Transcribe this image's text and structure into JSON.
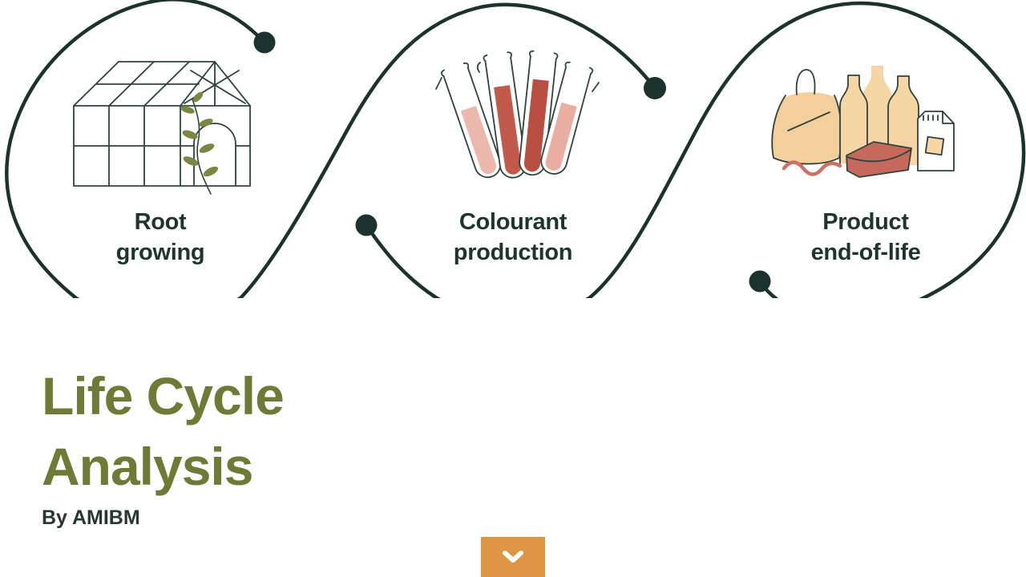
{
  "theme": {
    "bg": "#ffffff",
    "ink": "#1b332c",
    "ink_soft": "#2e433b",
    "label": "#1d352d",
    "title": "#6e7b36",
    "byline": "#26382f",
    "button_bg": "#de9544",
    "button_icon": "#ffffff",
    "leaf": "#7c8643",
    "tan": "#f6d6a4",
    "tan_deep": "#f3cf9b",
    "pink_light": "#ecb7ac",
    "pink_light2": "#e9ada2",
    "red_medium": "#c25a4b",
    "red_dark": "#b94f43",
    "brick": "#c4695c",
    "squiggle": "#ce7165"
  },
  "journey": {
    "stages": [
      {
        "id": "root-growing",
        "label_line1": "Root",
        "label_line2": "growing",
        "illustration": "greenhouse"
      },
      {
        "id": "colourant-production",
        "label_line1": "Colourant",
        "label_line2": "production",
        "illustration": "test-tubes"
      },
      {
        "id": "product-end-of-life",
        "label_line1": "Product",
        "label_line2": "end-of-life",
        "illustration": "consumer-products"
      }
    ]
  },
  "hero": {
    "title_line1": "Life Cycle",
    "title_line2": "Analysis",
    "byline": "By AMIBM"
  },
  "scroll_button": {
    "icon": "chevron-down"
  }
}
